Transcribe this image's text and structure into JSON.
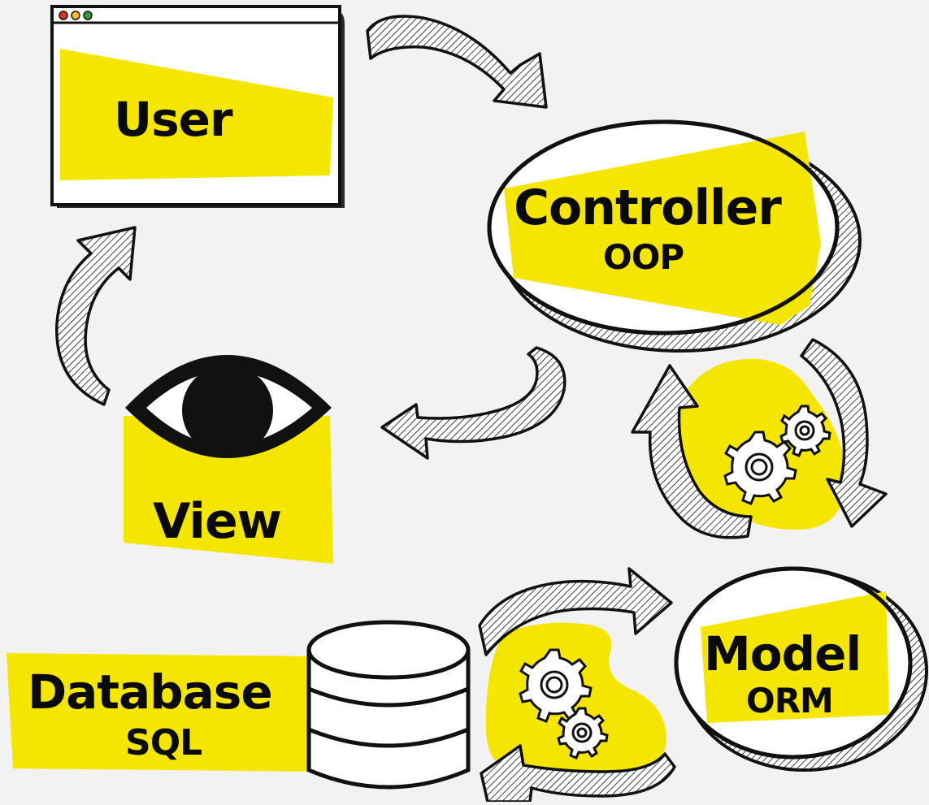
{
  "colors": {
    "background": "#f2f2f2",
    "highlight": "#f5e600",
    "ink": "#111111",
    "window_dots": [
      "#e0312a",
      "#f2c21c",
      "#2e9e3a"
    ]
  },
  "user": {
    "label": "User"
  },
  "controller": {
    "label": "Controller",
    "sublabel": "OOP"
  },
  "view": {
    "label": "View"
  },
  "model": {
    "label": "Model",
    "sublabel": "ORM"
  },
  "database": {
    "label": "Database",
    "sublabel": "SQL"
  },
  "icons": [
    "browser-window-icon",
    "eye-icon",
    "gears-icon",
    "database-cylinder-icon",
    "curved-arrow-icon"
  ]
}
